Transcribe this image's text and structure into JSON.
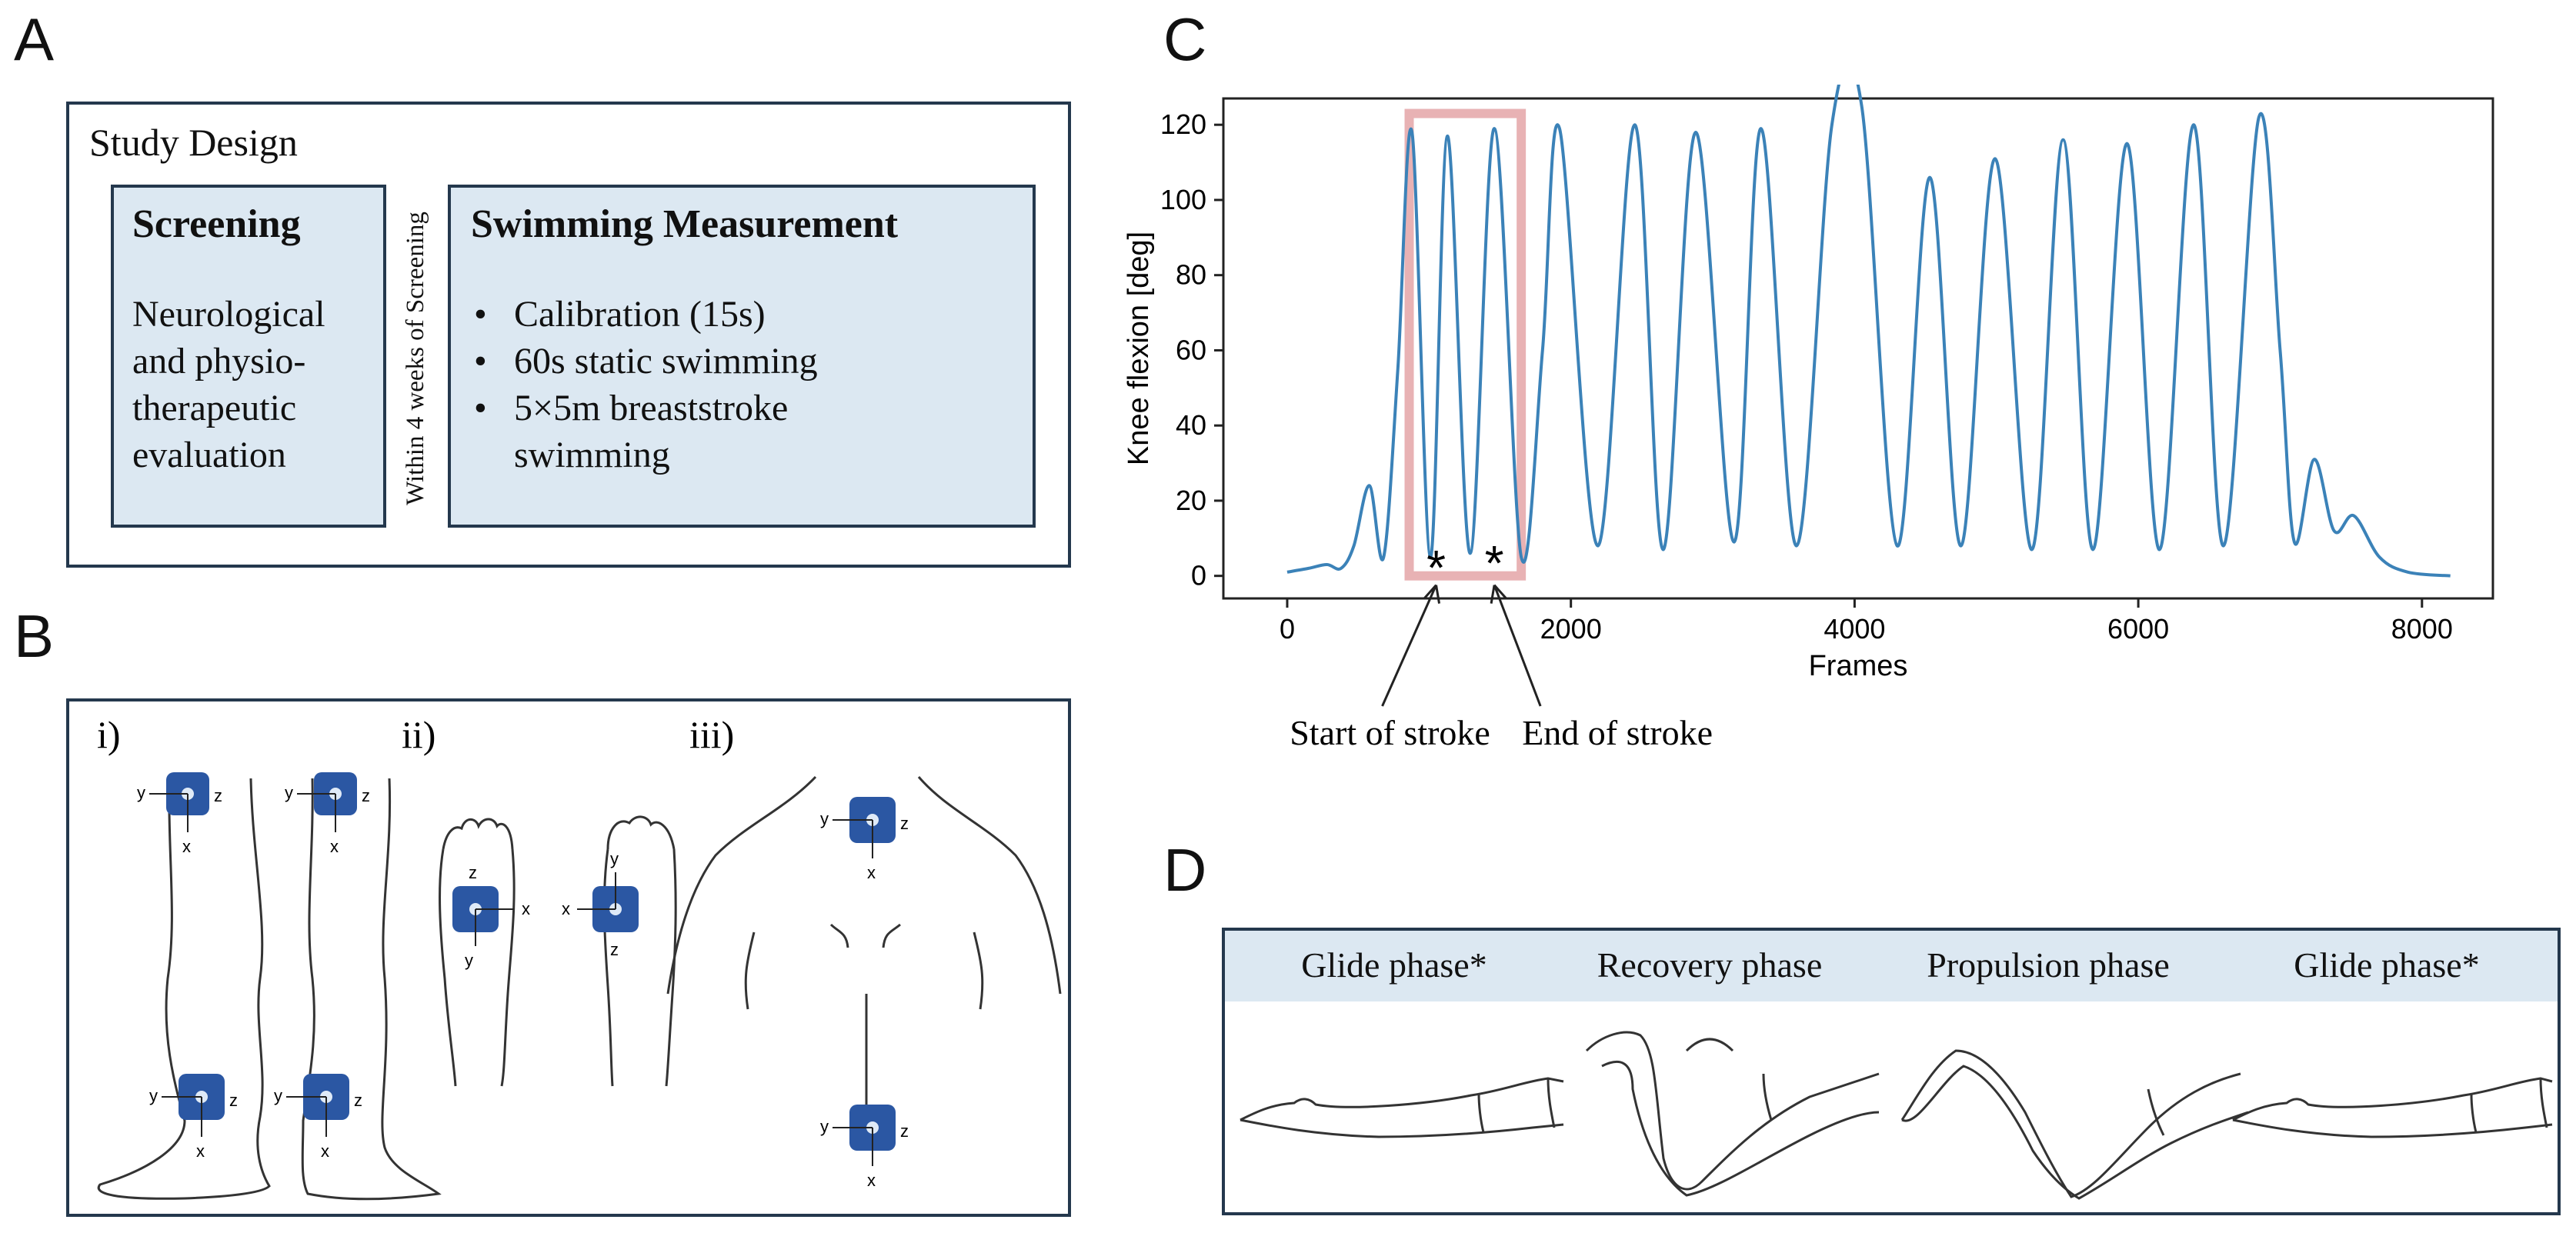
{
  "panel_letters": {
    "a": "A",
    "b": "B",
    "c": "C",
    "d": "D"
  },
  "study_design": {
    "title": "Study Design",
    "screening": {
      "heading": "Screening",
      "text_lines": [
        "Neurological",
        "and physio-",
        "therapeutic",
        "evaluation"
      ]
    },
    "interval_label": "Within 4 weeks of Screening",
    "measurement": {
      "heading": "Swimming Measurement",
      "items": [
        "Calibration (15s)",
        "60s static swimming",
        "5×5m breaststroke swimming"
      ]
    }
  },
  "sensor_placement": {
    "sub_labels": [
      "i)",
      "ii)",
      "iii)"
    ],
    "axis_labels": {
      "x": "x",
      "y": "y",
      "z": "z"
    },
    "colors": {
      "sensor": "#2b57a3",
      "sensor_dot": "#dfeaf7",
      "outline": "#333333"
    }
  },
  "chart_annotations": {
    "start_label": "Start of stroke",
    "end_label": "End of stroke",
    "markers": [
      "*",
      "*"
    ],
    "highlight_color": "#e8b2b4"
  },
  "chart_data": {
    "type": "line",
    "xlabel": "Frames",
    "ylabel": "Knee flexion [deg]",
    "xlim": [
      -450,
      8500
    ],
    "ylim": [
      -6,
      127
    ],
    "xticks": [
      0,
      2000,
      4000,
      6000,
      8000
    ],
    "yticks": [
      0,
      20,
      40,
      60,
      80,
      100,
      120
    ],
    "grid": false,
    "line_color": "#3b82b8",
    "series": [
      {
        "x": [
          0,
          150,
          280,
          380,
          470,
          580,
          680,
          780,
          880,
          1010,
          1130,
          1290,
          1460,
          1650,
          1800,
          1920,
          2190,
          2450,
          2650,
          2880,
          3150,
          3340,
          3590,
          3840,
          4050,
          4300,
          4530,
          4750,
          4990,
          5250,
          5470,
          5680,
          5920,
          6150,
          6390,
          6600,
          6850,
          7000,
          7100,
          7240,
          7380,
          7520,
          7700,
          7900,
          8200
        ],
        "values": [
          1,
          2,
          3,
          2,
          8,
          24,
          5,
          55,
          118,
          5,
          117,
          6,
          119,
          5,
          60,
          119,
          8,
          120,
          7,
          118,
          9,
          119,
          8,
          120,
          125,
          8,
          106,
          8,
          111,
          7,
          116,
          7,
          115,
          7,
          120,
          8,
          122,
          60,
          9,
          31,
          12,
          16,
          5,
          1,
          0
        ]
      }
    ],
    "highlight_x": [
      860,
      1650
    ],
    "highlight_y": [
      0,
      123
    ],
    "markers_x": [
      1050,
      1460
    ],
    "markers_y": [
      3,
      3
    ]
  },
  "swim_phases": {
    "labels": [
      "Glide phase*",
      "Recovery phase",
      "Propulsion phase",
      "Glide phase*"
    ]
  }
}
